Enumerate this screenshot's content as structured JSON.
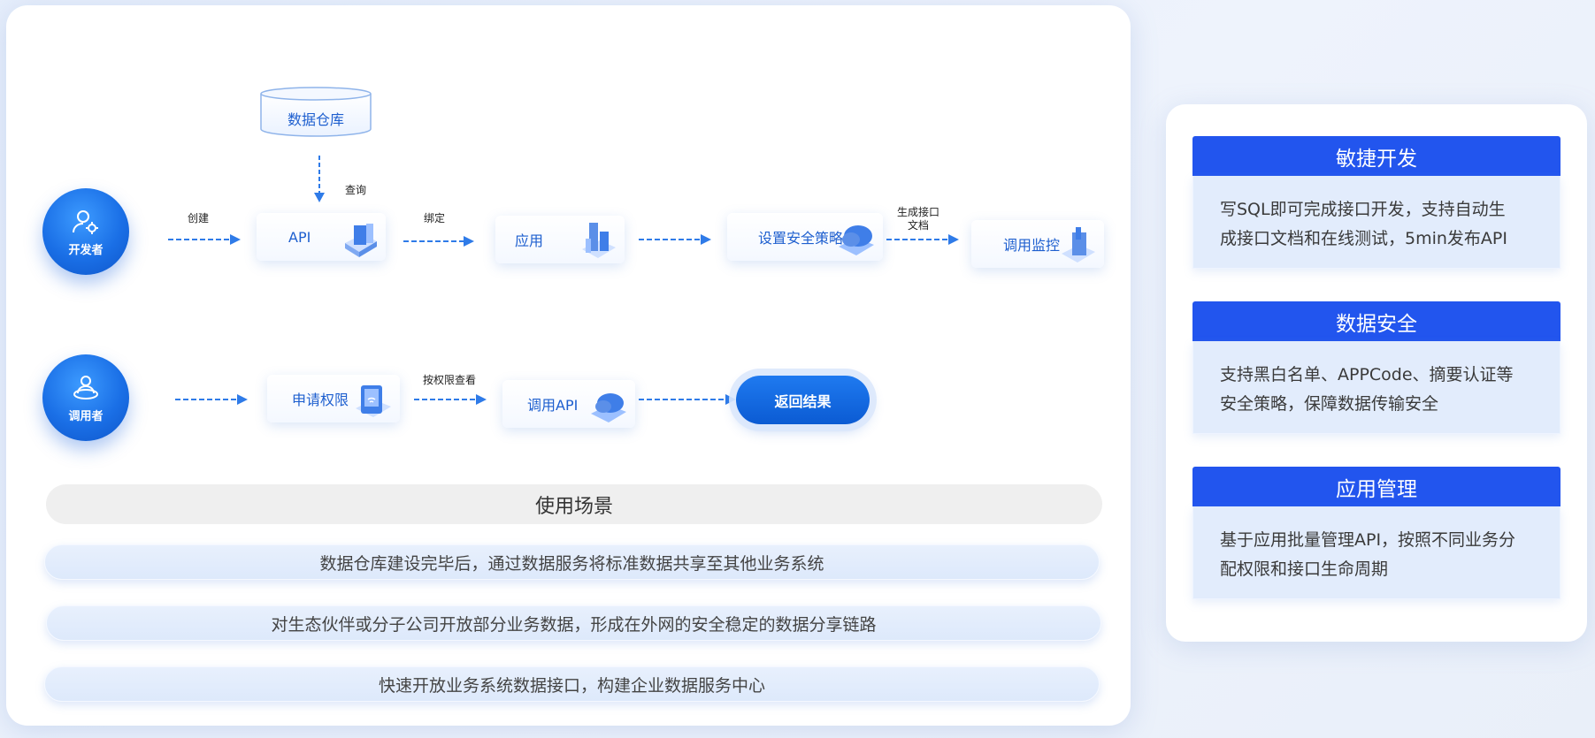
{
  "flow": {
    "developer_label": "开发者",
    "caller_label": "调用者",
    "db_label": "数据仓库",
    "query_label": "查询",
    "create_label": "创建",
    "api_label": "API",
    "bind_label": "绑定",
    "app_label": "应用",
    "security_label": "设置安全策略",
    "gen_doc_label_1": "生成接口",
    "gen_doc_label_2": "文档",
    "monitor_label": "调用监控",
    "apply_label": "申请权限",
    "view_label": "按权限查看",
    "call_api_label": "调用API",
    "result_label": "返回结果"
  },
  "scenarios": {
    "title": "使用场景",
    "items": [
      "数据仓库建设完毕后，通过数据服务将标准数据共享至其他业务系统",
      "对生态伙伴或分子公司开放部分业务数据，形成在外网的安全稳定的数据分享链路",
      "快速开放业务系统数据接口，构建企业数据服务中心"
    ]
  },
  "features": [
    {
      "title": "敏捷开发",
      "line1": "写SQL即可完成接口开发，支持自动生",
      "line2": "成接口文档和在线测试，5min发布API"
    },
    {
      "title": "数据安全",
      "line1": "支持黑白名单、APPCode、摘要认证等",
      "line2": "安全策略，保障数据传输安全"
    },
    {
      "title": "应用管理",
      "line1": "基于应用批量管理API，按照不同业务分",
      "line2": "配权限和接口生命周期"
    }
  ],
  "colors": {
    "accent": "#2255ee",
    "node_text": "#1e5fcf",
    "actor": "#1a6fe6",
    "arrow": "#2f7be8"
  }
}
